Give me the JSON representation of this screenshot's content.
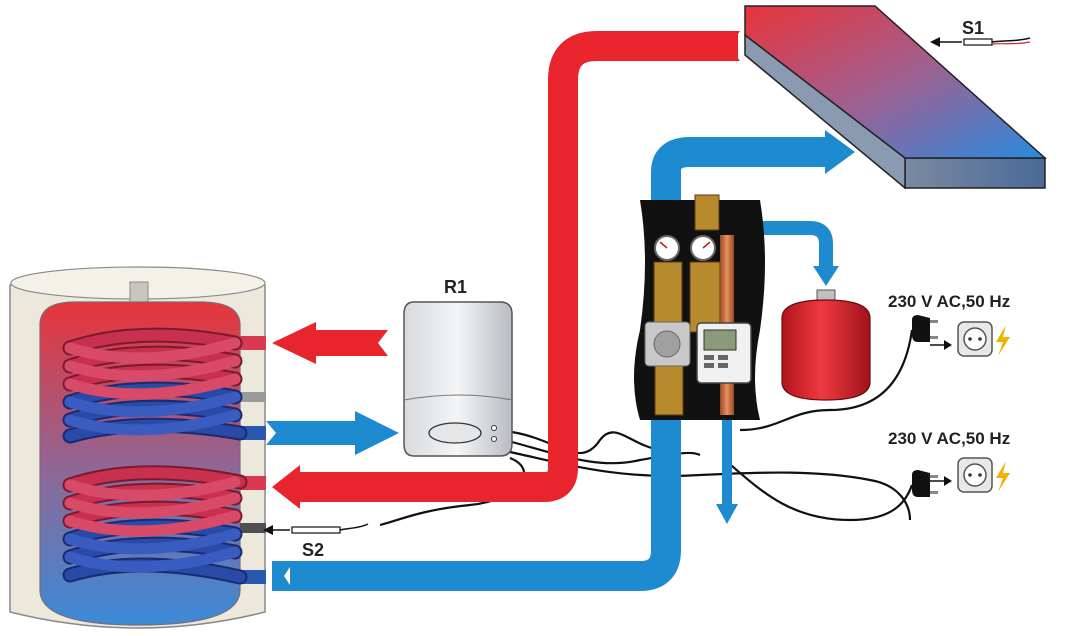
{
  "labels": {
    "r1": "R1",
    "s1": "S1",
    "s2": "S2",
    "power_1": "230 V AC,50 Hz",
    "power_2": "230 V AC,50 Hz"
  },
  "colors": {
    "hot": "#e8242c",
    "cold": "#1e8bd0",
    "coil_hot": "#c8304e",
    "coil_cold": "#2a4aa8",
    "tank_shell": "#ece8dc",
    "cable": "#111111",
    "station": "#111111",
    "brass": "#b88a2e",
    "copper": "#c87040",
    "vessel": "#d4202a"
  }
}
